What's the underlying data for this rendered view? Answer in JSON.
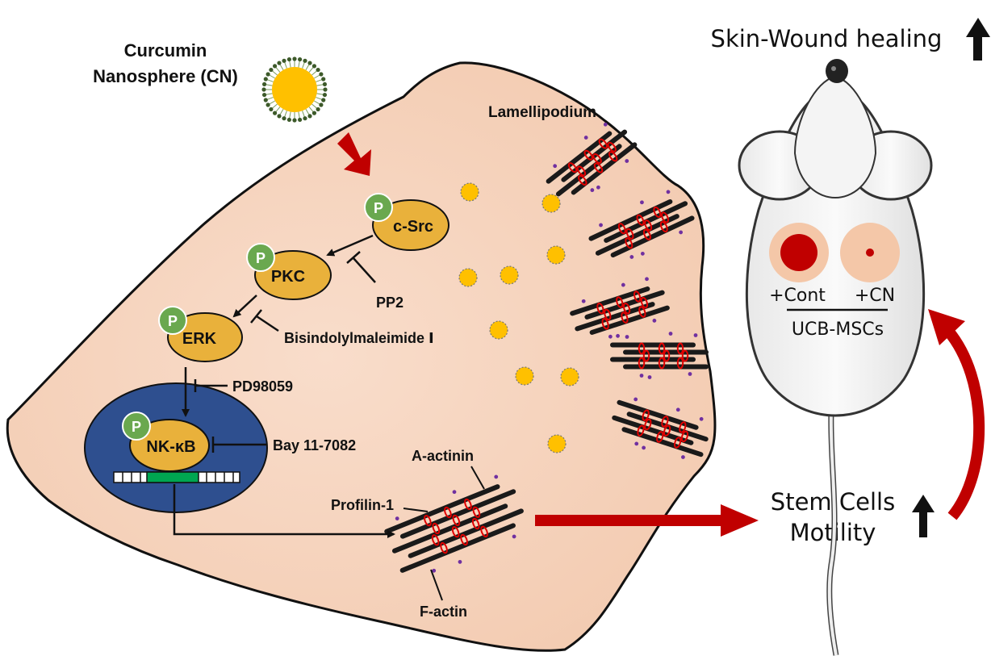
{
  "nanosphere_label_line1": "Curcumin",
  "nanosphere_label_line2": "Nanosphere (CN)",
  "lamellipodium_label": "Lamellipodium",
  "proteins": {
    "csrc": "c-Src",
    "pkc": "PKC",
    "erk": "ERK",
    "nfkb": "NK-κB",
    "phospho": "P"
  },
  "inhibitors": {
    "pp2": "PP2",
    "bis": "Bisindolylmaleimide Ⅰ",
    "pd": "PD98059",
    "bay": "Bay 11-7082"
  },
  "actin_labels": {
    "a_actinin": "A-actinin",
    "profilin": "Profilin-1",
    "f_actin": "F-actin"
  },
  "outcomes": {
    "wound_healing": "Skin-Wound healing",
    "motility_line1": "Stem Cells",
    "motility_line2": "Motility"
  },
  "mouse": {
    "cont_label": "+Cont",
    "cn_label": "+CN",
    "group_label": "UCB-MSCs"
  },
  "colors": {
    "cell_fill": "#f7d7c2",
    "nucleus": "#2e4f8f",
    "protein": "#e9b13b",
    "phospho": "#6aa84f",
    "arrow_red": "#c00000",
    "nanosphere": "#ffc000"
  }
}
